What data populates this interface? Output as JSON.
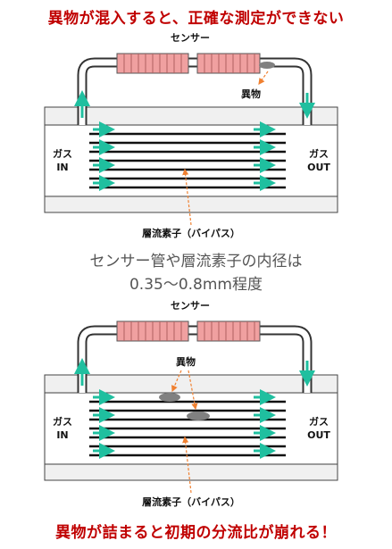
{
  "top_warning": "異物が混入すると、正確な測定ができない",
  "middle_note": {
    "line1": "センサー管や層流素子の内径は",
    "line2": "0.35〜0.8mm程度"
  },
  "bottom_warning": "異物が詰まると初期の分流比が崩れる！",
  "diagram_top": {
    "sensor_label": "センサー",
    "foreign_label": "異物",
    "gas_in": [
      "ガス",
      "IN"
    ],
    "gas_out": [
      "ガス",
      "OUT"
    ],
    "laminar_label": "層流素子（バイパス）"
  },
  "diagram_bottom": {
    "sensor_label": "センサー",
    "foreign_label": "異物",
    "gas_in": [
      "ガス",
      "IN"
    ],
    "gas_out": [
      "ガス",
      "OUT"
    ],
    "laminar_label": "層流素子（バイパス）"
  },
  "colors": {
    "warning": "#c00000",
    "arrow": "#1fbf9f",
    "coil": "#f0a0a0",
    "body": "#f0f0f0",
    "debris": "#808080",
    "leader": "#f08030"
  }
}
